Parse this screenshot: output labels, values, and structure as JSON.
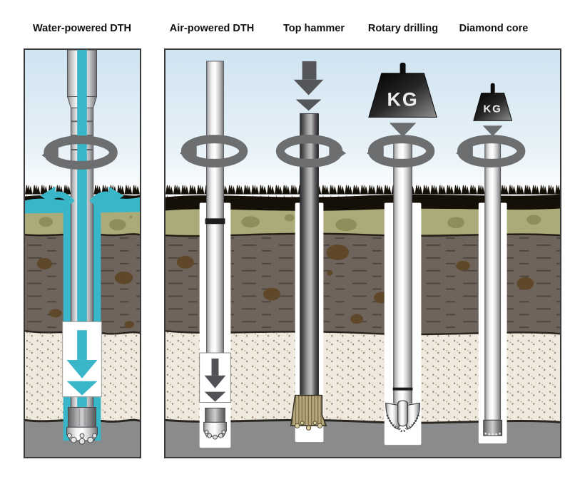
{
  "diagram": {
    "title_row": [
      {
        "id": "water-powered-dth",
        "label": "Water-powered DTH"
      },
      {
        "id": "air-powered-dth",
        "label": "Air-powered DTH"
      },
      {
        "id": "top-hammer",
        "label": "Top hammer"
      },
      {
        "id": "rotary-drilling",
        "label": "Rotary drilling"
      },
      {
        "id": "diamond-core",
        "label": "Diamond core"
      }
    ],
    "weights": {
      "rotary_label": "KG",
      "diamond_label": "KG"
    },
    "icons": {
      "rotation_arrow": "rotation-arrow-icon",
      "down_arrow": "down-arrow-icon",
      "percussion_arrow": "percussion-arrow-icon",
      "water_outflow_arrow": "water-outflow-arrow-icon",
      "kg_weight": "kg-weight-icon"
    },
    "colors": {
      "water_cyan": "#39b7c9",
      "sky_blue": "#d3e6f2",
      "soil_olive": "#abab79",
      "rock_grey_brown": "#6f645c",
      "boulder_brown": "#5f4729",
      "sand_speckle_bg": "#efeadd",
      "bedrock_grey": "#8a8b8d",
      "arrow_grey": "#6d6e70",
      "topsoil_black": "#141008"
    }
  }
}
